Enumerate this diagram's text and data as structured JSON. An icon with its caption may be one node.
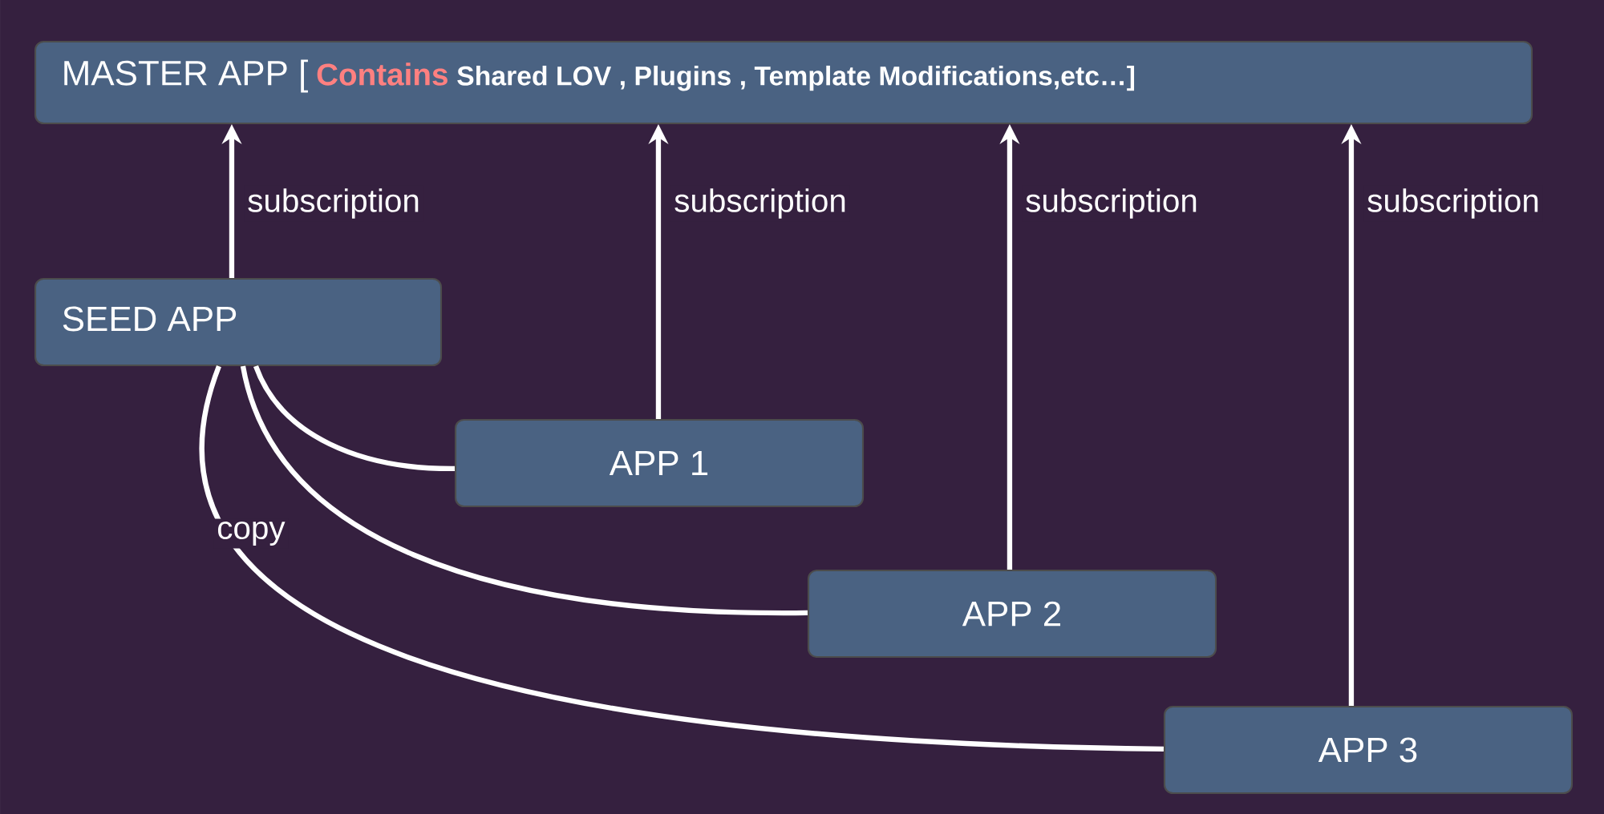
{
  "diagram": {
    "nodes": [
      {
        "text": [
          "MASTER APP [",
          "Contains",
          "Shared LOV , Plugins , Template Modifications,etc…]"
        ]
      },
      {
        "text": [
          "SEED APP"
        ]
      },
      {
        "text": [
          "APP 1"
        ]
      },
      {
        "text": [
          "APP 2"
        ]
      },
      {
        "text": [
          "APP 3"
        ]
      }
    ],
    "edges": [
      {
        "from": 1,
        "to": 0,
        "arrow": "to",
        "label": "subscription"
      },
      {
        "from": 2,
        "to": 0,
        "arrow": "to",
        "label": "subscription"
      },
      {
        "from": 3,
        "to": 0,
        "arrow": "to",
        "label": "subscription"
      },
      {
        "from": 4,
        "to": 0,
        "arrow": "to",
        "label": "subscription"
      },
      {
        "from": 1,
        "to": 2,
        "arrow": "none"
      },
      {
        "from": 1,
        "to": 3,
        "arrow": "none"
      },
      {
        "from": 1,
        "to": 4,
        "arrow": "none",
        "label": "copy"
      }
    ]
  }
}
